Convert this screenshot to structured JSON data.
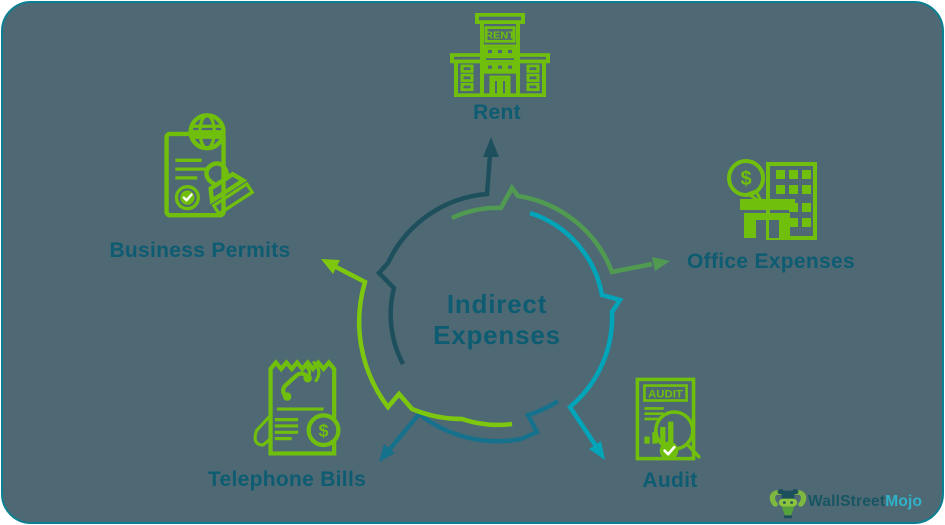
{
  "title": "Indirect Expenses infographic",
  "colors": {
    "background": "#4e6973",
    "frame_border": "#0c8092",
    "icon_green": "#70bf0d",
    "label_text": "#0d5c72",
    "segment_rent": "#1e4f5d",
    "segment_office": "#509b51",
    "segment_audit": "#00a5ba",
    "segment_telephone": "#15718c",
    "segment_permits": "#7dc80f",
    "logo_text_dark": "#175563",
    "logo_text_cyan": "#2fb3cb",
    "logo_bull_dark": "#1d4e5c",
    "logo_bull_arm": "#7db93f",
    "logo_bull_muzzle": "#8cc63e",
    "logo_bull_body": "#55a13c"
  },
  "center": {
    "line1": "Indirect",
    "line2": "Expenses"
  },
  "items": [
    {
      "id": "rent",
      "label": "Rent"
    },
    {
      "id": "office-expenses",
      "label": "Office Expenses"
    },
    {
      "id": "audit",
      "label": "Audit"
    },
    {
      "id": "telephone-bills",
      "label": "Telephone Bills"
    },
    {
      "id": "business-permits",
      "label": "Business Permits"
    }
  ],
  "icon_text": {
    "rent_sign": "RENT",
    "audit_heading": "AUDIT",
    "office_dollar": "$",
    "telephone_dollar": "$"
  },
  "logo": {
    "brand_first": "WallStreet",
    "brand_second": "Mojo"
  }
}
